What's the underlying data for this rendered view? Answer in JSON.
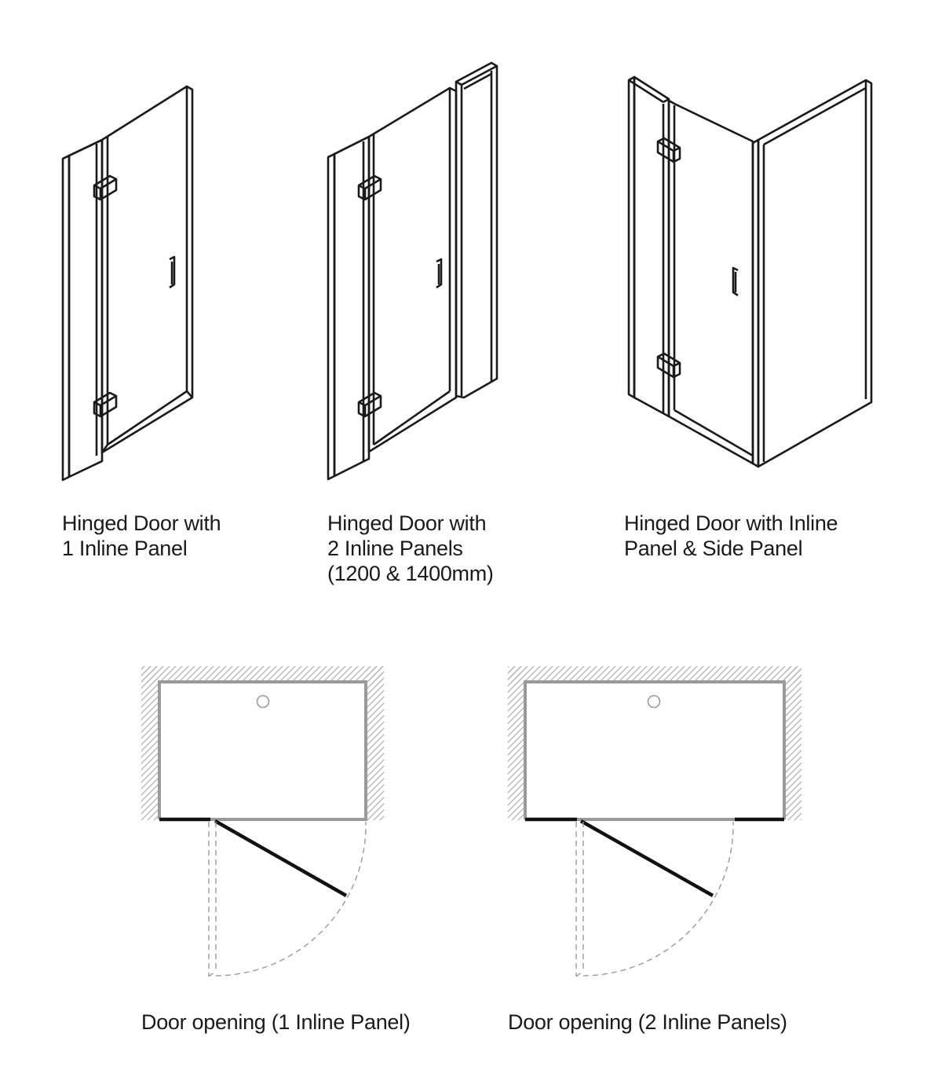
{
  "configurations": [
    {
      "lines": [
        "Hinged Door with",
        "1 Inline Panel"
      ]
    },
    {
      "lines": [
        "Hinged Door with",
        "2 Inline Panels",
        "(1200 & 1400mm)"
      ]
    },
    {
      "lines": [
        "Hinged Door with Inline",
        "Panel & Side Panel"
      ]
    }
  ],
  "plans": [
    {
      "caption": "Door opening (1 Inline Panel)"
    },
    {
      "caption": "Door opening (2 Inline Panels)"
    }
  ],
  "colors": {
    "line": "#1a1a1a",
    "tray": "#9a9a9a",
    "hatch": "#b0b0b0",
    "swing": "#9a9a9a"
  }
}
